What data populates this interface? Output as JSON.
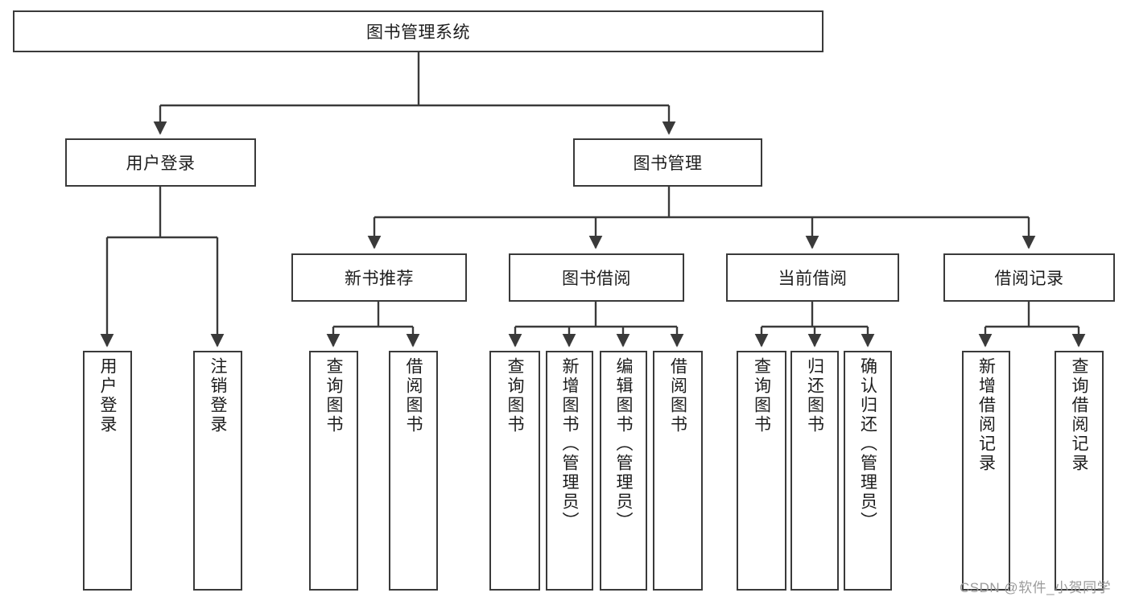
{
  "diagram": {
    "type": "tree-hierarchy",
    "title": "图书管理系统",
    "orientation": "top-down",
    "colors": {
      "stroke": "#3a3a3a",
      "fill": "#ffffff",
      "text": "#1d1d1d",
      "watermark": "#9b9b9b"
    },
    "root": {
      "label": "图书管理系统"
    },
    "level1": [
      {
        "label": "用户登录"
      },
      {
        "label": "图书管理"
      }
    ],
    "level2": [
      {
        "label": "新书推荐"
      },
      {
        "label": "图书借阅"
      },
      {
        "label": "当前借阅"
      },
      {
        "label": "借阅记录"
      }
    ],
    "leaves": {
      "user_login": [
        {
          "label": "用户登录"
        },
        {
          "label": "注销登录"
        }
      ],
      "new_book_recommend": [
        {
          "label": "查询图书"
        },
        {
          "label": "借阅图书"
        }
      ],
      "book_borrow": [
        {
          "label": "查询图书"
        },
        {
          "label": "新增图书（管理员）"
        },
        {
          "label": "编辑图书（管理员）"
        },
        {
          "label": "借阅图书"
        }
      ],
      "current_borrow": [
        {
          "label": "查询图书"
        },
        {
          "label": "归还图书"
        },
        {
          "label": "确认归还（管理员）"
        }
      ],
      "borrow_record": [
        {
          "label": "新增借阅记录"
        },
        {
          "label": "查询借阅记录"
        }
      ]
    }
  },
  "watermark": {
    "text": "CSDN @软件_小贺同学"
  }
}
